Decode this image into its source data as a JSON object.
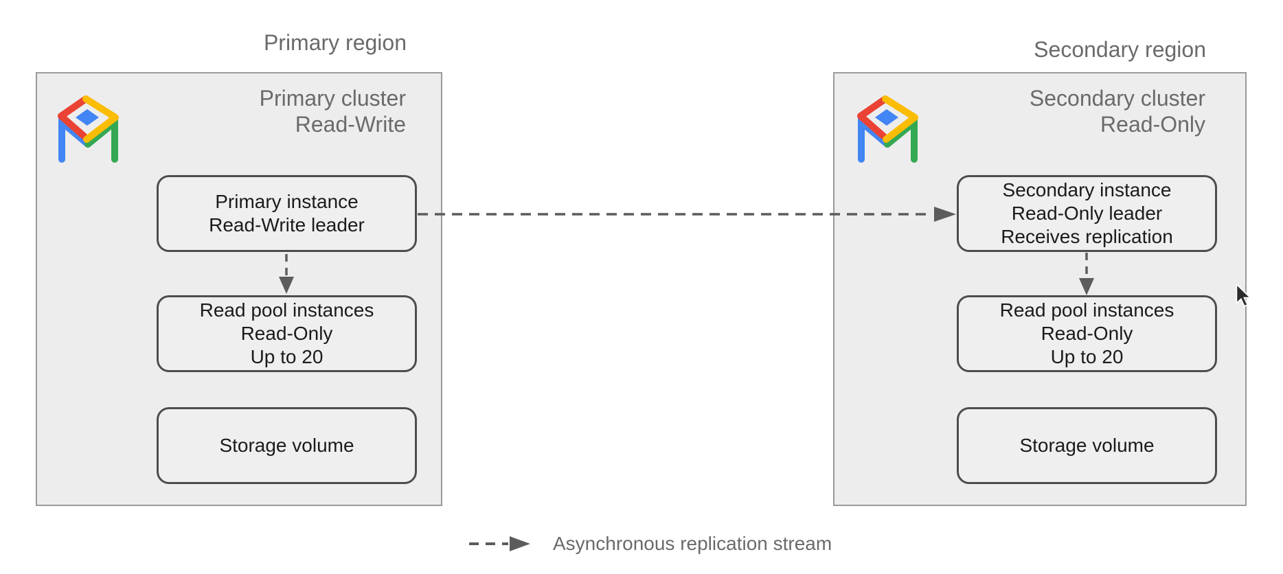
{
  "primary_region": {
    "label": "Primary region",
    "cluster_title": [
      "Primary cluster",
      "Read-Write"
    ],
    "instance_box": [
      "Primary instance",
      "Read-Write leader"
    ],
    "read_pool_box": [
      "Read pool instances",
      "Read-Only",
      "Up to 20"
    ],
    "storage_box": [
      "Storage volume"
    ]
  },
  "secondary_region": {
    "label": "Secondary region",
    "cluster_title": [
      "Secondary cluster",
      "Read-Only"
    ],
    "instance_box": [
      "Secondary instance",
      "Read-Only leader",
      "Receives replication"
    ],
    "read_pool_box": [
      "Read pool instances",
      "Read-Only",
      "Up to 20"
    ],
    "storage_box": [
      "Storage volume"
    ]
  },
  "legend": {
    "label": "Asynchronous replication stream"
  },
  "icons": {
    "alloydb_logo": "alloydb-logo",
    "replication_arrow": "dashed-arrow",
    "cursor": "mouse-pointer"
  },
  "colors": {
    "background": "#ffffff",
    "cluster_fill": "#ededed",
    "cluster_border": "#9a9a9a",
    "node_fill": "#efefef",
    "node_border": "#4d4d4d",
    "arrow": "#5c5c5c",
    "label_text": "#6a6a6a",
    "node_text": "#1b1b1b",
    "logo_red": "#EA4335",
    "logo_yellow": "#FBBC04",
    "logo_green": "#34A853",
    "logo_blue": "#4285F4"
  }
}
